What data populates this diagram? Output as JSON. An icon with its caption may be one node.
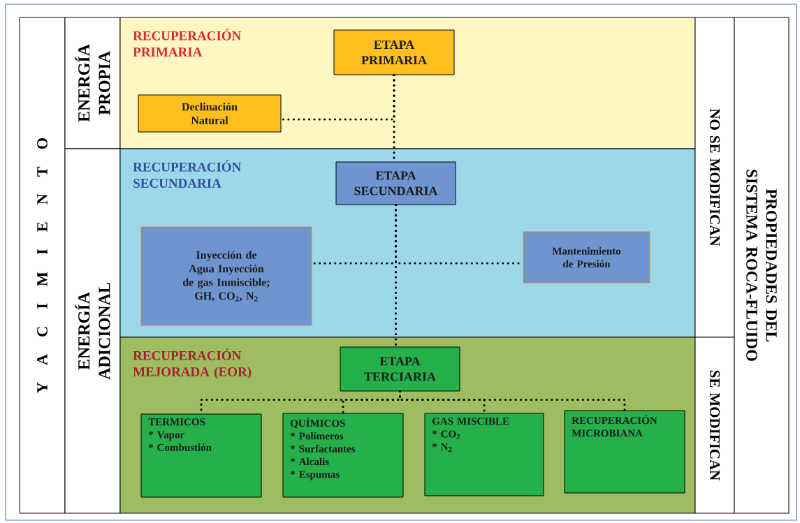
{
  "diagram": {
    "nodes": [
      {
        "text": [
          "Y A C I M I E N T O"
        ]
      },
      {
        "text": [
          "ENERGÍA PROPIA"
        ]
      },
      {
        "text": [
          "ENERGÍA ADICIONAL"
        ]
      },
      {
        "text": [
          "RECUPERACIÓN PRIMARIA"
        ]
      },
      {
        "text": [
          "ETAPA PRIMARIA"
        ],
        "in": 3
      },
      {
        "text": [
          "Declinación Natural"
        ],
        "in": 3
      },
      {
        "text": [
          "RECUPERACIÓN SECUNDARIA"
        ]
      },
      {
        "text": [
          "ETAPA SECUNDARIA"
        ],
        "in": 6
      },
      {
        "text": [
          "Inyección de Agua Inyección de gas Inmiscible; GH, CO$_{2}$, N$_{2}$"
        ],
        "in": 6
      },
      {
        "text": [
          "Mantenimiento de Presión"
        ],
        "in": 6
      },
      {
        "text": [
          "RECUPERACIÓN MEJORADA (EOR)"
        ]
      },
      {
        "text": [
          "ETAPA TERCIARIA"
        ],
        "in": 10
      },
      {
        "text": [
          "TERMICOS",
          "* Vapor",
          "* Combustión"
        ],
        "in": 10
      },
      {
        "text": [
          "QUÍMICOS",
          "* Polímeros",
          "* Surfactantes",
          "* Alcalis",
          "* Espumas"
        ],
        "in": 10
      },
      {
        "text": [
          "GAS MISCIBLE",
          "* CO$_{2}$",
          "* N$_{2}$"
        ],
        "in": 10
      },
      {
        "text": [
          "RECUPERACIÓN MICROBIANA"
        ],
        "in": 10
      },
      {
        "text": [
          "NO SE MODIFICAN"
        ]
      },
      {
        "text": [
          "SE MODIFICAN"
        ]
      },
      {
        "text": [
          "PROPIEDADES DEL SISTEMA ROCA-FLUIDO"
        ]
      }
    ],
    "edges": [
      {
        "from": 4,
        "to": 7,
        "arrow": "none"
      },
      {
        "from": 4,
        "to": 5,
        "arrow": "none"
      },
      {
        "from": 7,
        "to": 8,
        "arrow": "none"
      },
      {
        "from": 7,
        "to": 9,
        "arrow": "none"
      },
      {
        "from": 7,
        "to": 11,
        "arrow": "none"
      },
      {
        "from": 11,
        "to": 12,
        "arrow": "none"
      },
      {
        "from": 11,
        "to": 13,
        "arrow": "none"
      },
      {
        "from": 11,
        "to": 14,
        "arrow": "none"
      },
      {
        "from": 11,
        "to": 15,
        "arrow": "none"
      }
    ]
  }
}
